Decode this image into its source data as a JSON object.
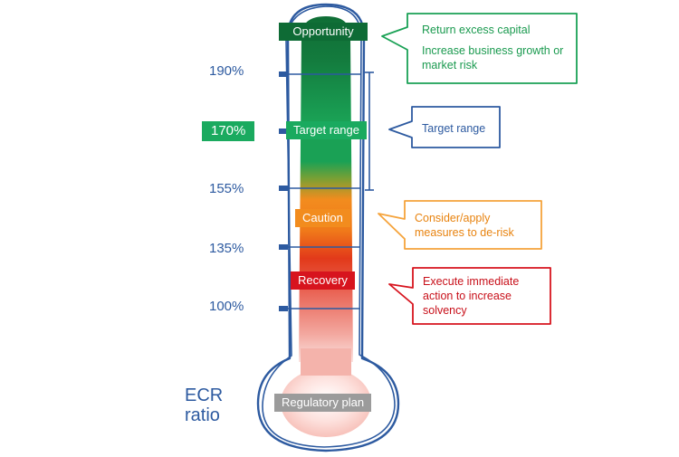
{
  "thermometer": {
    "zones": {
      "opportunity": "Opportunity",
      "target_range": "Target range",
      "caution": "Caution",
      "recovery": "Recovery",
      "regulatory_plan": "Regulatory plan"
    },
    "ticks": [
      "190%",
      "170%",
      "155%",
      "135%",
      "100%"
    ],
    "axis_label": "ECR ratio"
  },
  "callouts": {
    "opportunity": [
      "Return excess capital",
      "Increase business growth or market risk"
    ],
    "target": "Target range",
    "caution": "Consider/apply measures to de-risk",
    "recovery": "Execute immediate action to increase solvency"
  },
  "colors": {
    "outline_blue": "#2d5aa0",
    "dark_green": "#0e6b35",
    "green": "#1aaa5f",
    "orange": "#f28c1e",
    "red": "#d7141e",
    "grey": "#9b9b9b"
  }
}
